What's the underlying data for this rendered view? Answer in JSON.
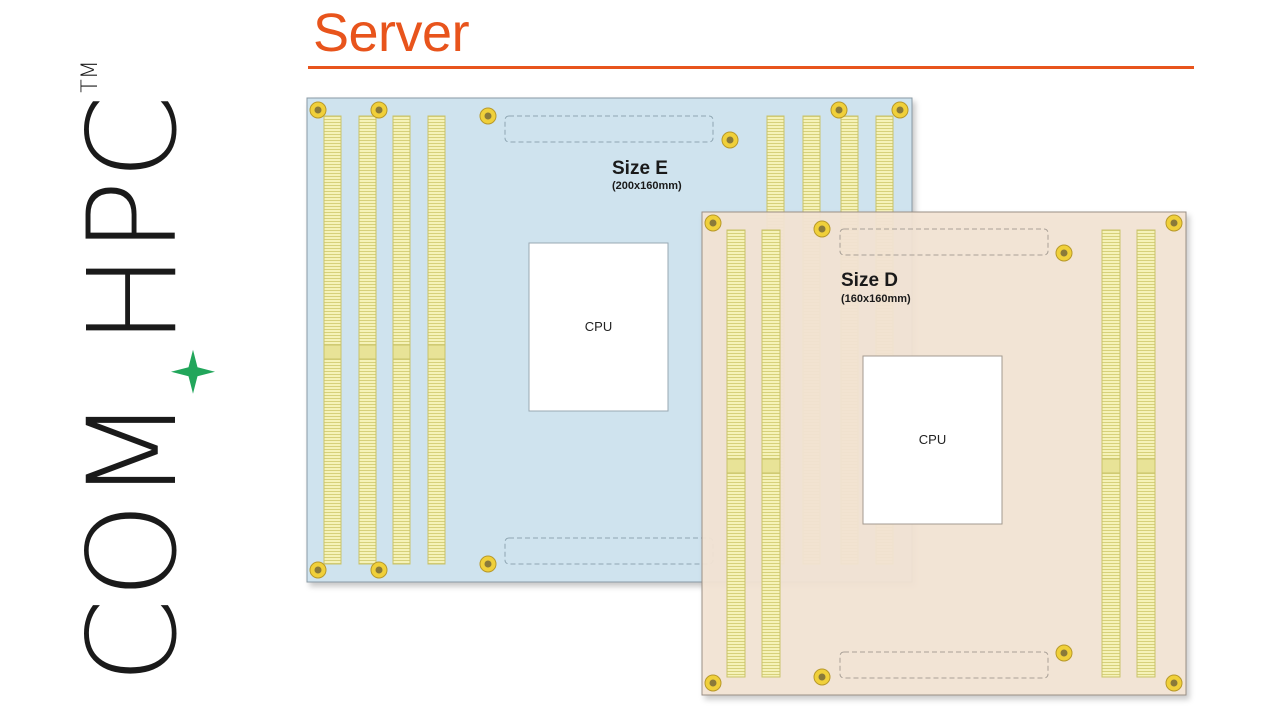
{
  "title": "Server",
  "logo": {
    "left": "COM",
    "right": "HPC",
    "trademark": "TM",
    "separator_icon": "green-four-point-star"
  },
  "boards": {
    "size_e": {
      "name": "Size E",
      "dimensions": "(200x160mm)",
      "cpu_label": "CPU"
    },
    "size_d": {
      "name": "Size D",
      "dimensions": "(160x160mm)",
      "cpu_label": "CPU"
    }
  },
  "colors": {
    "accent": "#e8541c",
    "board_e_fill": "#cfe3ee",
    "board_d_fill": "#f3e4d4",
    "dimm_slot": "#f3f0b0",
    "mounting_hole": "#f0d03a",
    "logo_star": "#22a65b"
  }
}
